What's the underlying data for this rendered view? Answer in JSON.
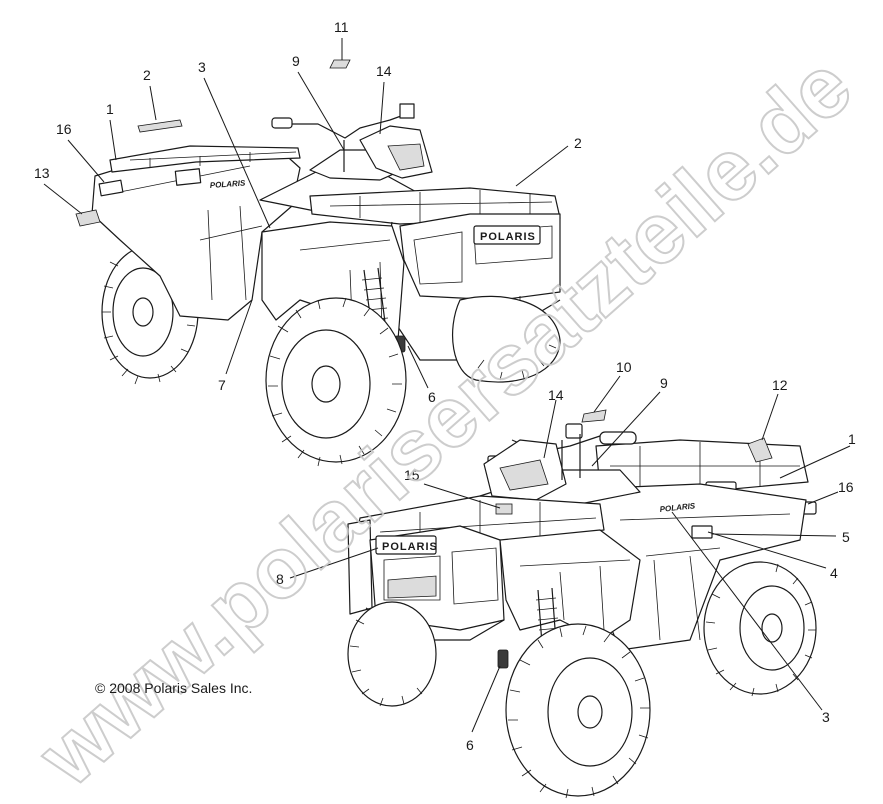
{
  "watermark": "www.polarisersatzteile.de",
  "copyright": "© 2008 Polaris Sales Inc.",
  "brand_text": "POLARIS",
  "upper_atv_callouts": [
    "11",
    "2",
    "3",
    "9",
    "14",
    "1",
    "16",
    "13",
    "2",
    "7",
    "6"
  ],
  "lower_atv_callouts": [
    "10",
    "9",
    "14",
    "12",
    "1",
    "16",
    "15",
    "5",
    "4",
    "8",
    "3",
    "6"
  ]
}
